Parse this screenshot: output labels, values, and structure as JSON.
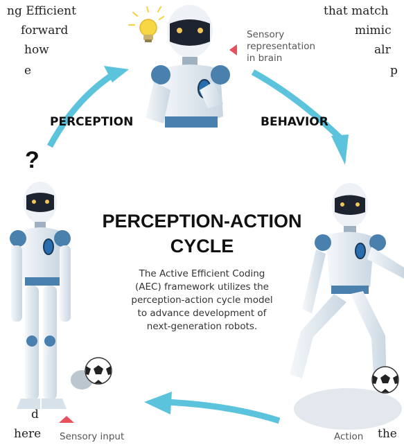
{
  "left_fragments": [
    "ng Efficient",
    "forward",
    "how",
    "e"
  ],
  "right_fragments": [
    "that match",
    "mimic",
    "alr",
    "p"
  ],
  "bottom_left_fragments": [
    "d",
    "here"
  ],
  "bottom_right_fragment": "the",
  "diagram": {
    "stages": {
      "perception": "PERCEPTION",
      "behavior": "BEHAVIOR"
    },
    "question_mark": "?",
    "notes": {
      "sensory_representation": [
        "Sensory",
        "representation",
        "in brain"
      ],
      "sensory_input": "Sensory input",
      "action": "Action"
    },
    "center": {
      "title_line1": "PERCEPTION-ACTION",
      "title_line2": "CYCLE",
      "description": [
        "The Active Efficient Coding",
        "(AEC) framework utilizes the",
        "perception-action cycle model",
        "to advance development of",
        "next-generation robots."
      ]
    },
    "colors": {
      "cycle_arrow": "#5cc3dd",
      "marker": "#e8505b",
      "robot_body": "#e9eef3",
      "robot_joint": "#4a80ad",
      "bulb": "#f6d34a"
    }
  }
}
